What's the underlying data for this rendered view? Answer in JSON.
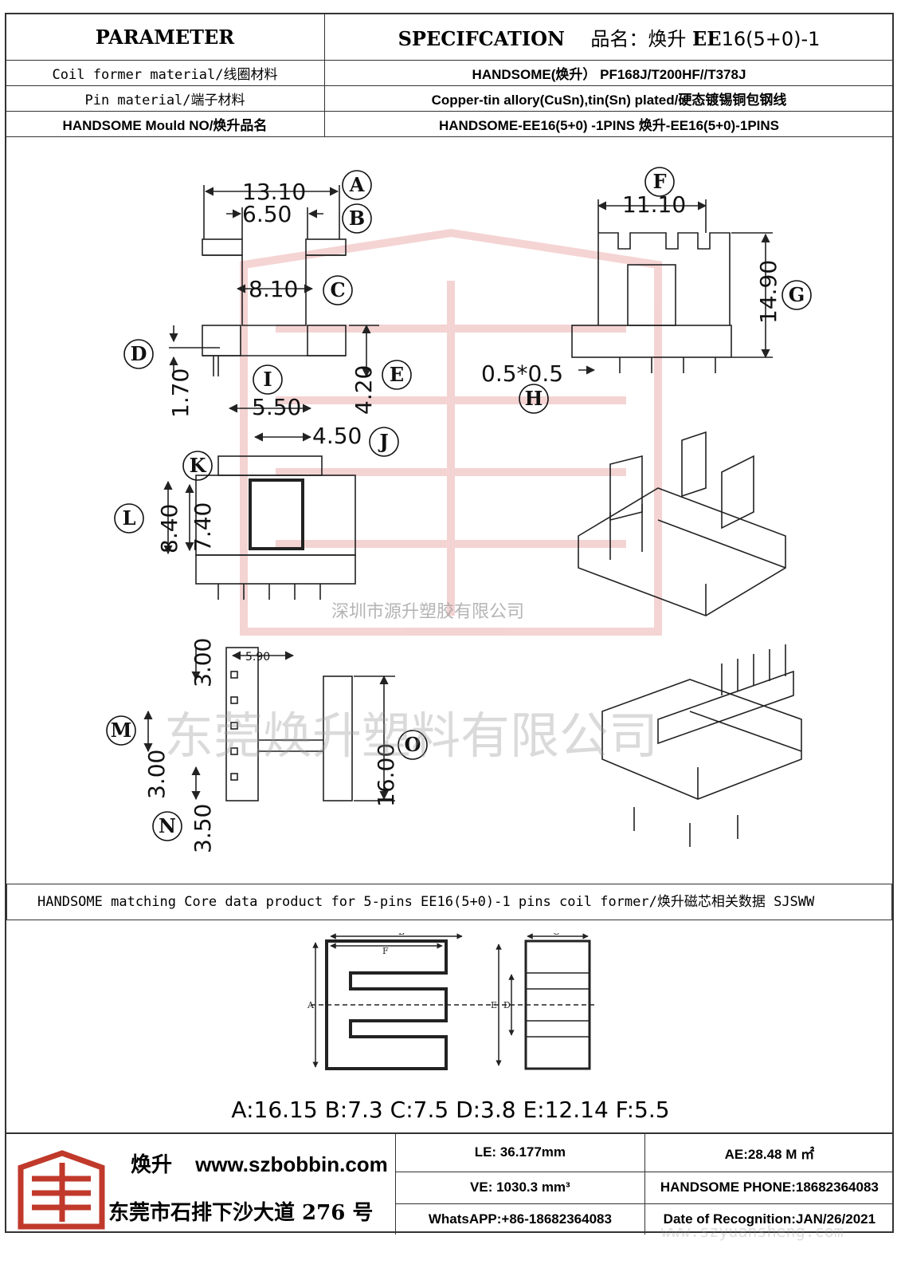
{
  "header": {
    "param_title": "PARAMETER",
    "spec_title": "SPECIFCATION",
    "product_label": "品名：焕升",
    "product_name": "EE",
    "product_code": "16(5+0)-1"
  },
  "rows": [
    {
      "label": "Coil former material/线圈材料",
      "value": "HANDSOME(焕升）   PF168J/T200HF//T378J"
    },
    {
      "label": "Pin material/端子材料",
      "value": "Copper-tin allory(CuSn),tin(Sn) plated/硬态镀锡铜包钢线"
    },
    {
      "label": "HANDSOME Mould NO/焕升品名",
      "value": "HANDSOME-EE16(5+0) -1PINS    焕升-EE16(5+0)-1PINS"
    }
  ],
  "dims": {
    "A": "13.10",
    "B": "6.50",
    "C": "8.10",
    "D": "1.70",
    "E": "4.20",
    "F": "11.10",
    "G": "14.90",
    "H": "0.5*0.5",
    "I": "5.50",
    "J": "4.50",
    "K": "7.40",
    "L": "8.40",
    "M1": "3.00",
    "M2": "3.00",
    "N": "3.50",
    "O": "16.00",
    "P": "5.90"
  },
  "labels": [
    "A",
    "B",
    "C",
    "D",
    "E",
    "F",
    "G",
    "H",
    "I",
    "J",
    "K",
    "L",
    "M",
    "N",
    "O"
  ],
  "core": {
    "bar_text": "HANDSOME matching Core data  product for 5-pins EE16(5+0)-1 pins coil former/焕升磁芯相关数据 SJSWW",
    "params": "A:16.15 B:7.3 C:7.5 D:3.8 E:12.14 F:5.5",
    "letters": {
      "A": "A",
      "B": "B",
      "C": "C",
      "D": "D",
      "E": "E",
      "F": "F"
    }
  },
  "footer": {
    "brand": "焕升",
    "url": "www.szbobbin.com",
    "address": "东莞市石排下沙大道 276 号",
    "le": "LE: 36.177mm",
    "ae": "AE:28.48 M ㎡",
    "ve": "VE: 1030.3 mm³",
    "phone": "HANDSOME PHONE:18682364083",
    "whatsapp": "WhatsAPP:+86-18682364083",
    "date": "Date of Recognition:JAN/26/2021"
  },
  "watermarks": {
    "w1": "深圳市源升塑胶有限公司",
    "w2": "东莞焕升塑料有限公司",
    "w3": "www.szyuansheng.com"
  },
  "colors": {
    "line": "#333333",
    "watermark": "#e8a0a0"
  }
}
